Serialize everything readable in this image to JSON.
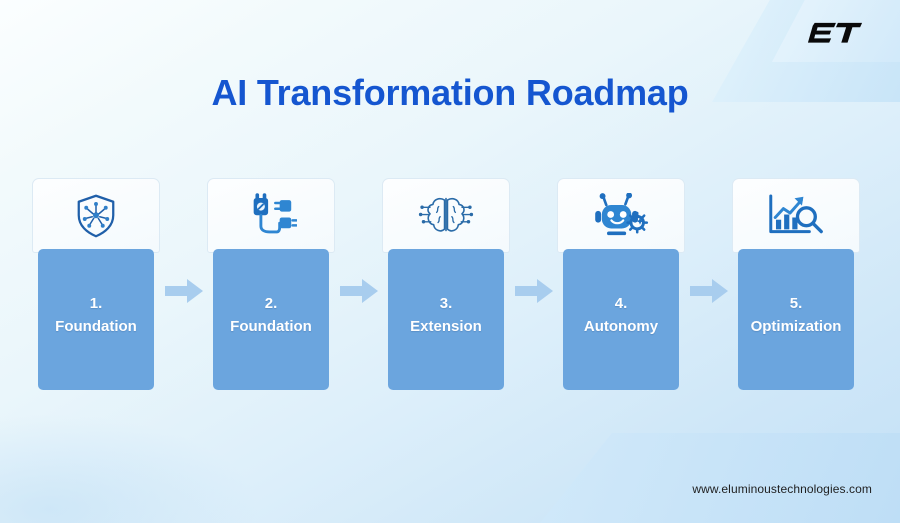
{
  "slide": {
    "title": "AI Transformation Roadmap",
    "title_color": "#1556d0",
    "logo_text": "ET",
    "background_from": "#fbfeff",
    "background_to": "#c3e0f6"
  },
  "roadmap": {
    "card_body_color": "#6ba5de",
    "arrow_color": "#a8cdee",
    "steps": [
      {
        "number": "1.",
        "label": "Foundation",
        "icon": "shield-network-icon"
      },
      {
        "number": "2.",
        "label": "Foundation",
        "icon": "plug-connector-icon"
      },
      {
        "number": "3.",
        "label": "Extension",
        "icon": "brain-circuit-icon"
      },
      {
        "number": "4.",
        "label": "Autonomy",
        "icon": "robot-gear-icon"
      },
      {
        "number": "5.",
        "label": "Optimization",
        "icon": "chart-magnifier-icon"
      }
    ],
    "connectors": [
      {
        "icon": "arrow-right-icon"
      },
      {
        "icon": "arrow-right-icon"
      },
      {
        "icon": "arrow-right-icon"
      },
      {
        "icon": "arrow-right-icon"
      }
    ]
  },
  "footer": {
    "url": "www.eluminoustechnologies.com",
    "subtext": ""
  }
}
